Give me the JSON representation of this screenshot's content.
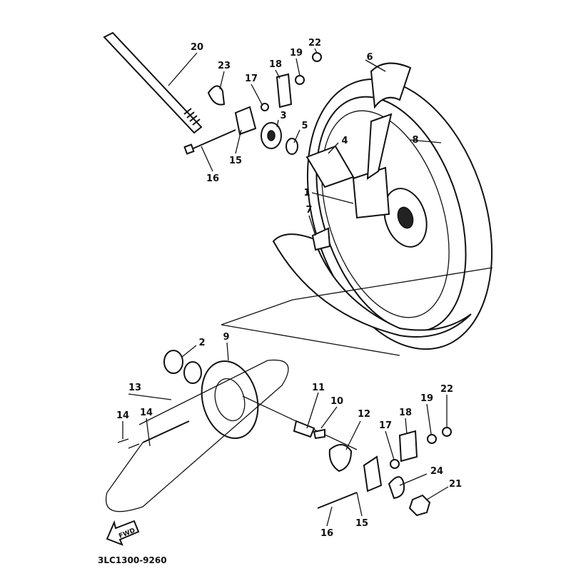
{
  "diagram": {
    "callouts": [
      "20",
      "23",
      "17",
      "18",
      "19",
      "22",
      "6",
      "3",
      "5",
      "4",
      "16",
      "15",
      "8",
      "1",
      "7",
      "2",
      "9",
      "13",
      "14",
      "14",
      "11",
      "10",
      "12",
      "17",
      "18",
      "19",
      "22",
      "24",
      "21",
      "15",
      "16"
    ],
    "fwd_label": "FWD",
    "part_code": "3LC1300-9260",
    "icons": {
      "direction": "fwd-arrow-icon"
    },
    "colors": {
      "ink": "#111111",
      "background": "#ffffff"
    }
  }
}
